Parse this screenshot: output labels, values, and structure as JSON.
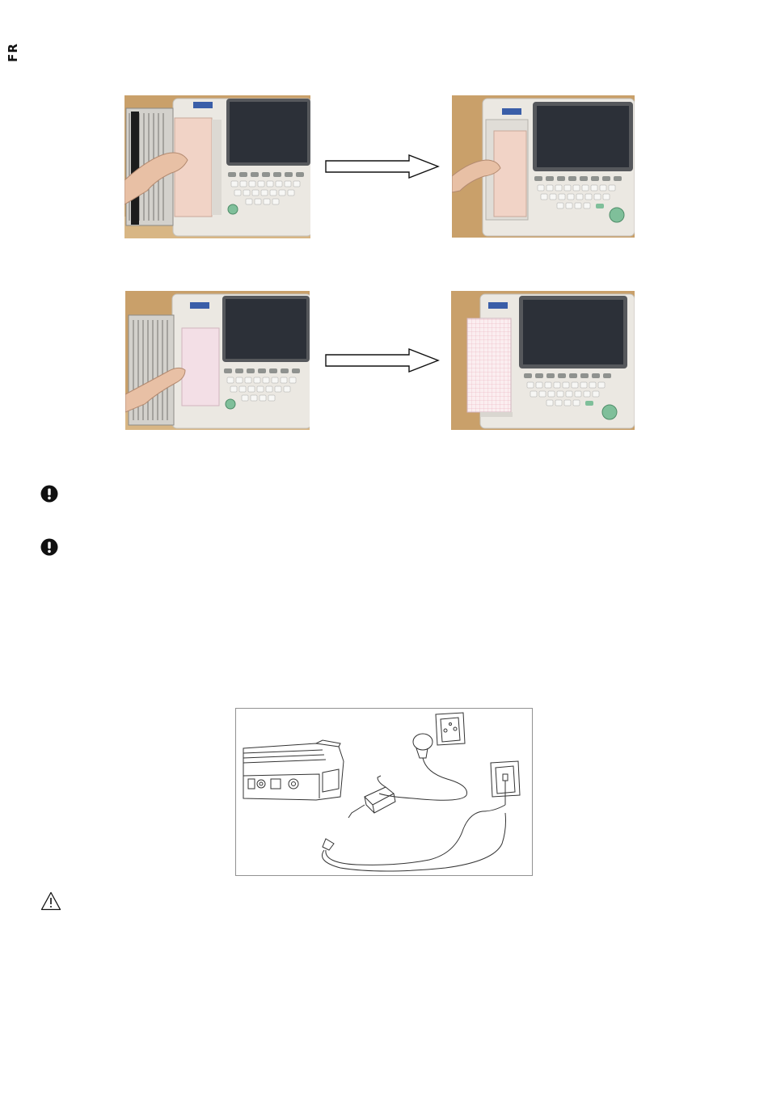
{
  "language_tab": {
    "code": "FR"
  },
  "photos": {
    "step1_open": {
      "icon": "open-paper-compartment-photo"
    },
    "step1_closed": {
      "icon": "closed-paper-compartment-photo"
    },
    "step2_open": {
      "icon": "loading-paper-photo"
    },
    "step2_closed": {
      "icon": "paper-loaded-photo"
    }
  },
  "arrows": [
    {
      "icon": "right-arrow"
    },
    {
      "icon": "right-arrow"
    }
  ],
  "notices": [
    {
      "icon": "exclamation-circle-icon"
    },
    {
      "icon": "exclamation-circle-icon"
    }
  ],
  "power_diagram": {
    "icon": "power-adapter-connection-drawing"
  },
  "warning": {
    "icon": "warning-triangle-icon"
  },
  "colors": {
    "text": "#111111",
    "wood": "#c9a06a",
    "device_body": "#e9e6e0",
    "screen": "#2c3038",
    "paper": "#f1d3c6",
    "key_green": "#7fbf9a"
  }
}
